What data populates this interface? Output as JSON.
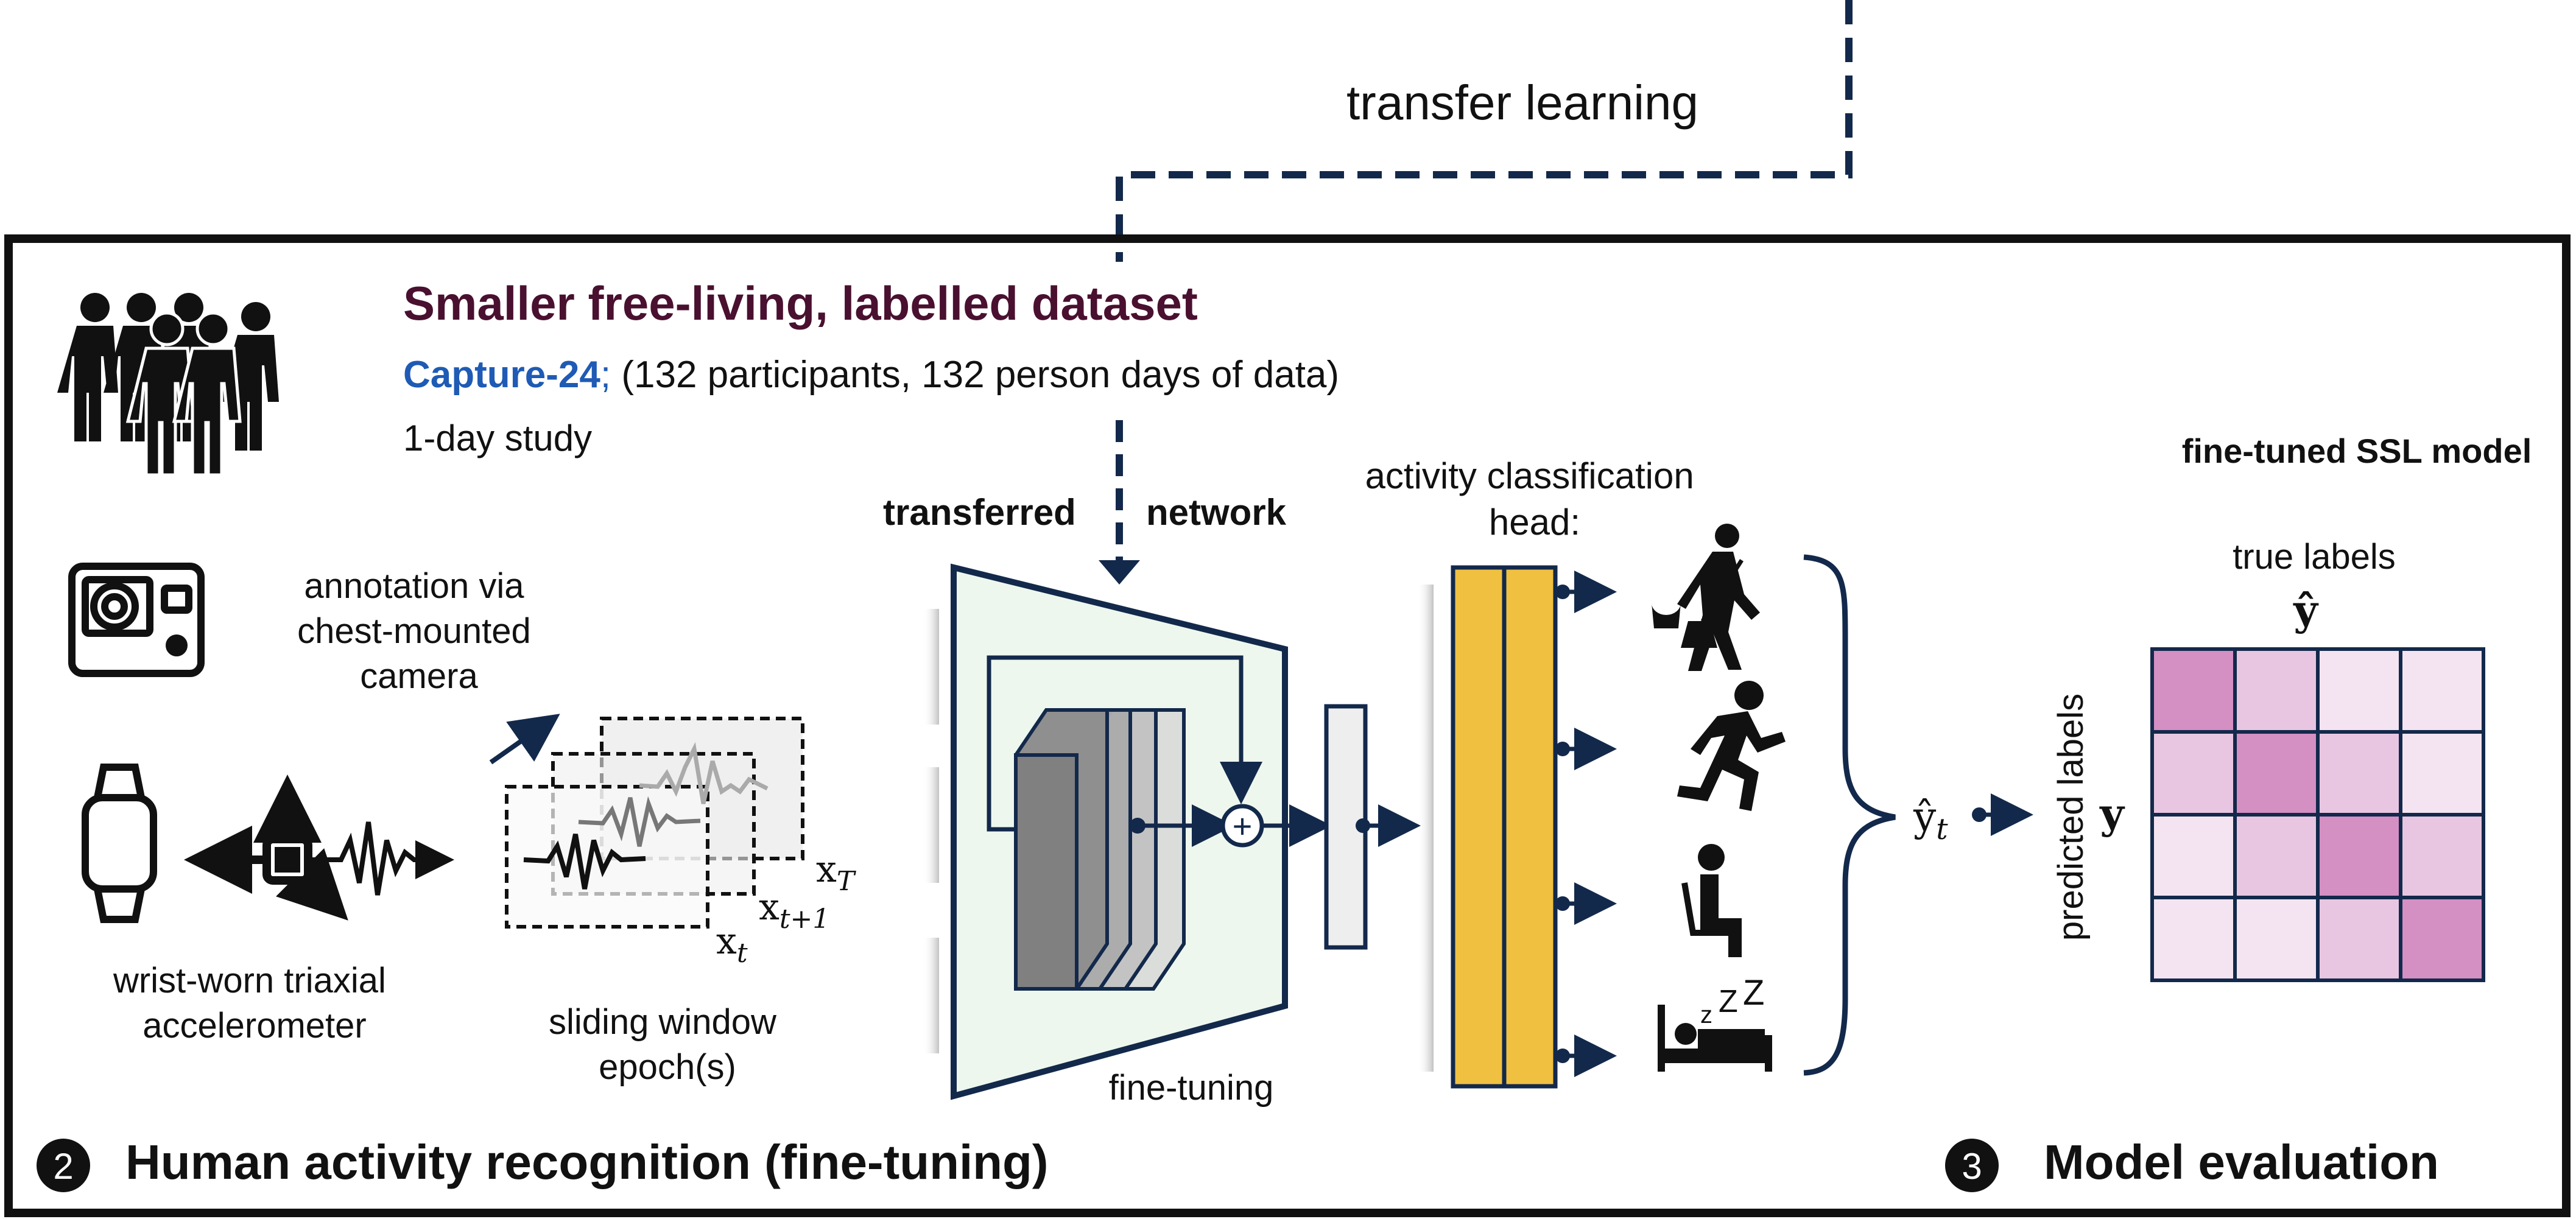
{
  "transfer": {
    "label": "transfer learning"
  },
  "dataset": {
    "title": "Smaller free-living, labelled dataset",
    "name": "Capture-24",
    "name_suffix": ";",
    "details": " (132 participants, 132 person days of data)",
    "study": "1-day study"
  },
  "annotation": {
    "line1": "annotation via",
    "line2": "chest-mounted",
    "line3": "camera"
  },
  "accelerometer": {
    "line1": "wrist-worn triaxial",
    "line2": "accelerometer"
  },
  "window": {
    "line1": "sliding window",
    "line2": "epoch(s)",
    "x_T": "x",
    "x_T_sub": "T",
    "x_t1": "x",
    "x_t1_sub": "t+1",
    "x_t": "x",
    "x_t_sub": "t"
  },
  "network": {
    "label_left": "transferred",
    "label_right": "network",
    "finetune": "fine-tuning",
    "plus": "+"
  },
  "head": {
    "line1": "activity classification",
    "line2": "head:"
  },
  "output": {
    "yhat": "ŷ",
    "yhat_sub": "t"
  },
  "evaluation_panel": {
    "title": "fine-tuned SSL model",
    "true_labels": "true labels",
    "true_symbol": "ŷ",
    "predicted_labels": "predicted  labels",
    "pred_symbol": "y",
    "matrix": [
      [
        1,
        0.4,
        0.2,
        0.2
      ],
      [
        0.4,
        1,
        0.4,
        0.2
      ],
      [
        0.2,
        0.4,
        1,
        0.4
      ],
      [
        0.2,
        0.2,
        0.4,
        1
      ]
    ]
  },
  "sections": {
    "s2_number": "2",
    "s2_label": "Human activity recognition (fine-tuning)",
    "s3_number": "3",
    "s3_label": "Model evaluation"
  },
  "colors": {
    "navy": "#13294b",
    "title": "#4a1030",
    "link": "#1f5bb5",
    "head": "#f0c040",
    "trap": "#eef7ee",
    "matrix_hi": "#d48fc3",
    "matrix_mid": "#e8c6e1",
    "matrix_lo": "#f4e4f1"
  }
}
